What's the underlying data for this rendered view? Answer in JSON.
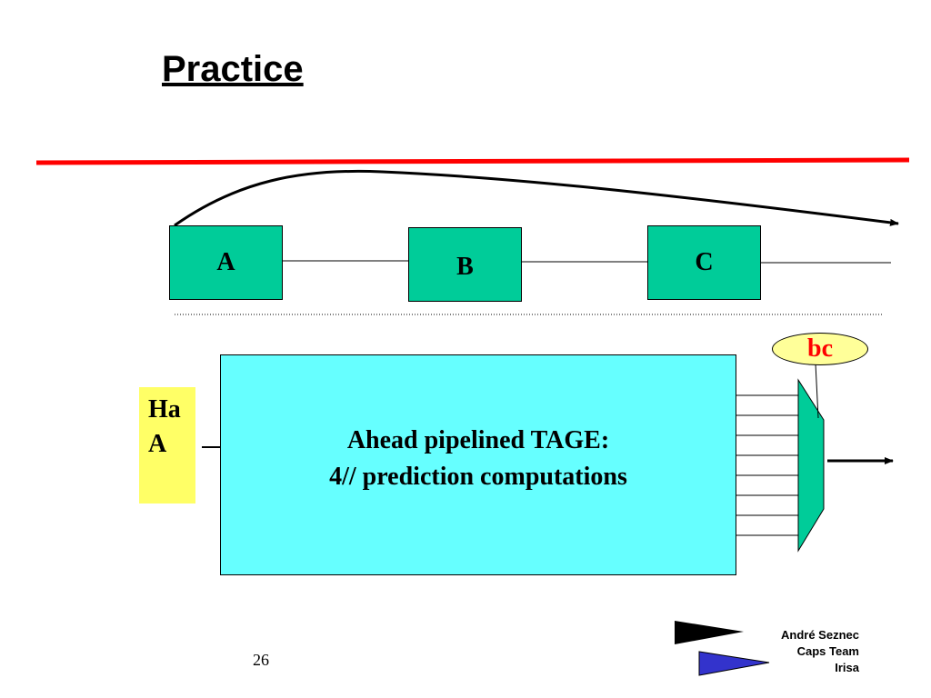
{
  "title": "Practice",
  "colors": {
    "divider": "#ff0000",
    "block_fill": "#00cc99",
    "history_fill": "#ffff66",
    "tage_fill": "#66ffff",
    "bc_fill": "#ffff99",
    "bc_text": "#ff0000",
    "logo_dark": "#000000",
    "logo_blue": "#3333cc"
  },
  "pipeline": {
    "blocks": [
      "A",
      "B",
      "C"
    ]
  },
  "history": {
    "line1": "Ha",
    "line2": "A"
  },
  "tage": {
    "line1": "Ahead pipelined TAGE:",
    "line2": "4// prediction computations"
  },
  "bc_label": "bc",
  "footer": {
    "page_number": "26",
    "author": "André Seznec",
    "team": "Caps Team",
    "institute": "Irisa"
  }
}
